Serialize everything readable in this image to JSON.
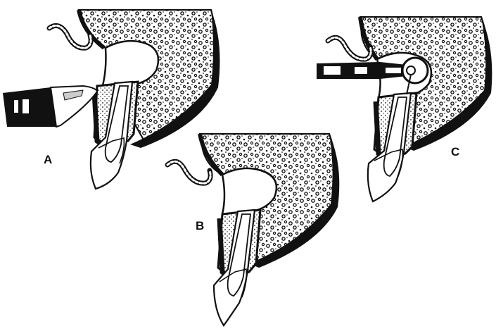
{
  "labels": {
    "a": "A",
    "b": "B",
    "c": "C"
  },
  "colors": {
    "ink": "#111111",
    "paper": "#ffffff"
  }
}
